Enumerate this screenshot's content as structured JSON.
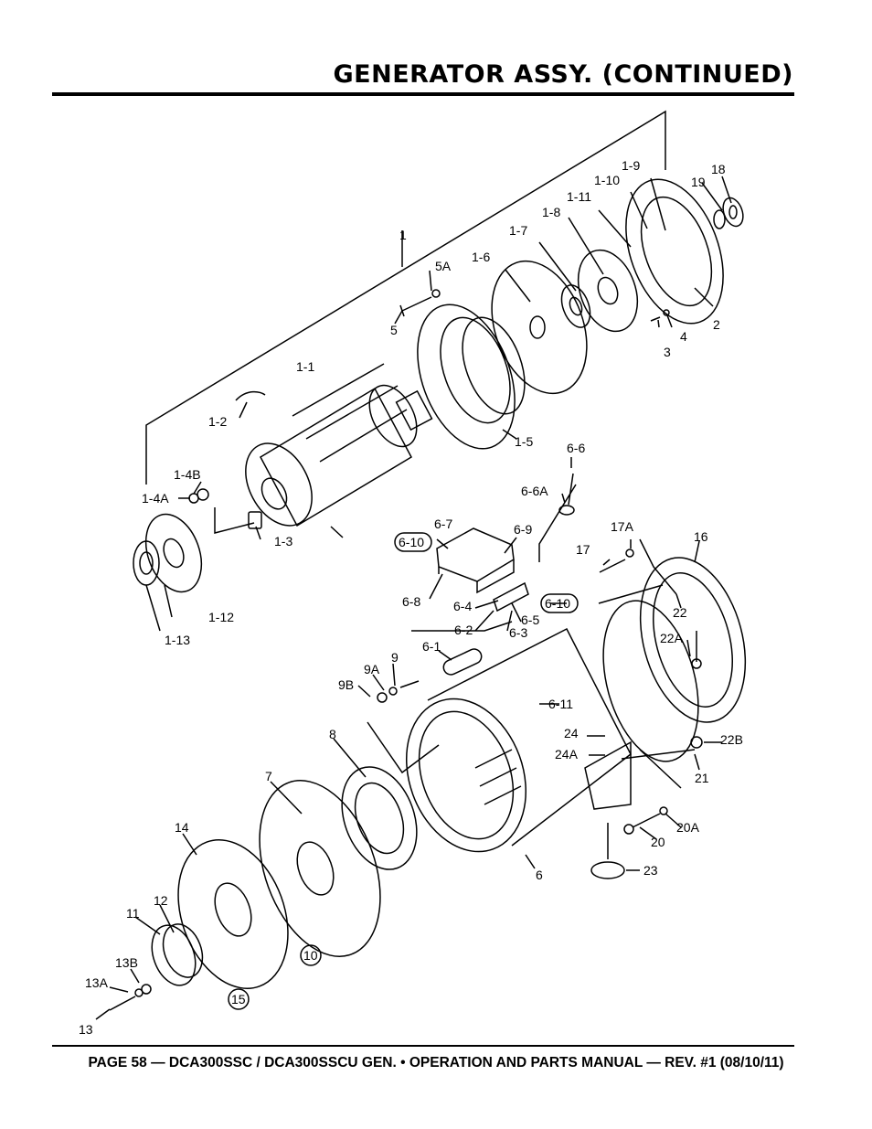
{
  "header": {
    "title": "GENERATOR ASSY. (CONTINUED)"
  },
  "footer": {
    "text": "PAGE 58 — DCA300SSC / DCA300SSCU GEN. • OPERATION AND PARTS MANUAL — REV. #1 (08/10/11)"
  },
  "diagram": {
    "part_labels": [
      "1",
      "1-1",
      "1-2",
      "1-3",
      "1-4A",
      "1-4B",
      "1-5",
      "1-6",
      "1-7",
      "1-8",
      "1-9",
      "1-10",
      "1-11",
      "1-12",
      "1-13",
      "2",
      "3",
      "4",
      "5",
      "5A",
      "6",
      "6-1",
      "6-2",
      "6-3",
      "6-4",
      "6-5",
      "6-6",
      "6-6A",
      "6-7",
      "6-8",
      "6-9",
      "6-10",
      "6-11",
      "7",
      "8",
      "9",
      "9A",
      "9B",
      "10",
      "11",
      "12",
      "13",
      "13A",
      "13B",
      "14",
      "15",
      "16",
      "17",
      "17A",
      "18",
      "19",
      "20",
      "20A",
      "21",
      "22",
      "22A",
      "22B",
      "23",
      "24",
      "24A"
    ]
  }
}
